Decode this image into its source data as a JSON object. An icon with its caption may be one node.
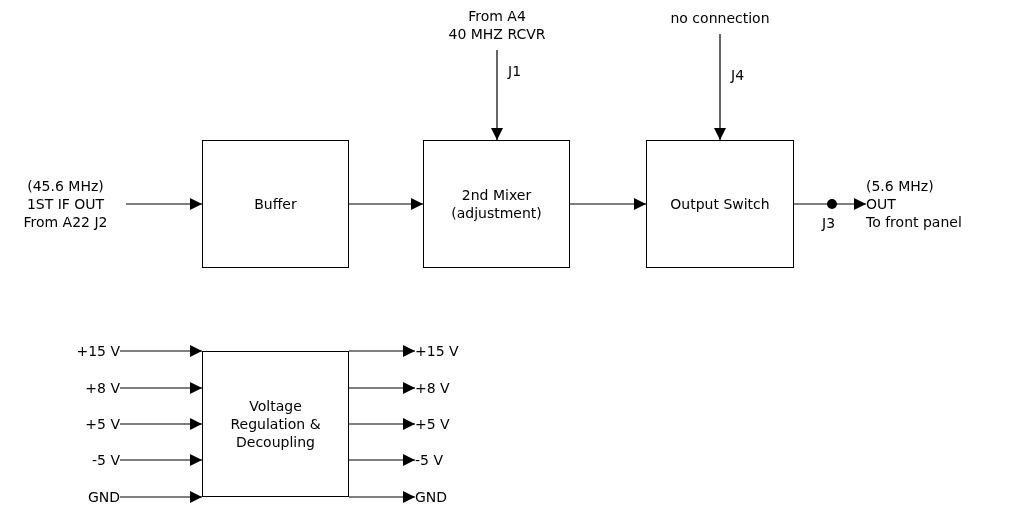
{
  "diagram": {
    "nodes": [
      {
        "text": [
          "(45.6 MHz)",
          "1ST IF OUT",
          "From A22 J2"
        ]
      },
      {
        "text": [
          "Buffer"
        ]
      },
      {
        "text": [
          "From A4",
          "40 MHZ RCVR"
        ]
      },
      {
        "text": [
          "2nd Mixer (adjustment)"
        ]
      },
      {
        "text": [
          "no connection"
        ]
      },
      {
        "text": [
          "Output Switch"
        ]
      },
      {
        "text": [
          "(5.6 MHz)",
          "OUT",
          "To front panel"
        ]
      },
      {
        "text": [
          "Voltage Regulation & Decoupling"
        ]
      },
      {
        "text": [
          "+15 V"
        ]
      },
      {
        "text": [
          "+8 V"
        ]
      },
      {
        "text": [
          "+5 V"
        ]
      },
      {
        "text": [
          "-5 V"
        ]
      },
      {
        "text": [
          "GND"
        ]
      },
      {
        "text": [
          "+15 V"
        ]
      },
      {
        "text": [
          "+8 V"
        ]
      },
      {
        "text": [
          "+5 V"
        ]
      },
      {
        "text": [
          "-5 V"
        ]
      },
      {
        "text": [
          "GND"
        ]
      }
    ],
    "edges": [
      {
        "from": 0,
        "to": 1,
        "arrow": "to"
      },
      {
        "from": 1,
        "to": 3,
        "arrow": "to"
      },
      {
        "from": 2,
        "to": 3,
        "arrow": "to",
        "label": "J1"
      },
      {
        "from": 3,
        "to": 5,
        "arrow": "to"
      },
      {
        "from": 4,
        "to": 5,
        "arrow": "to",
        "label": "J4"
      },
      {
        "from": 5,
        "to": 6,
        "arrow": "to",
        "label": "J3"
      },
      {
        "from": 8,
        "to": 7,
        "arrow": "to"
      },
      {
        "from": 9,
        "to": 7,
        "arrow": "to"
      },
      {
        "from": 10,
        "to": 7,
        "arrow": "to"
      },
      {
        "from": 11,
        "to": 7,
        "arrow": "to"
      },
      {
        "from": 12,
        "to": 7,
        "arrow": "to"
      },
      {
        "from": 7,
        "to": 13,
        "arrow": "to"
      },
      {
        "from": 7,
        "to": 14,
        "arrow": "to"
      },
      {
        "from": 7,
        "to": 15,
        "arrow": "to"
      },
      {
        "from": 7,
        "to": 16,
        "arrow": "to"
      },
      {
        "from": 7,
        "to": 17,
        "arrow": "to"
      }
    ]
  }
}
